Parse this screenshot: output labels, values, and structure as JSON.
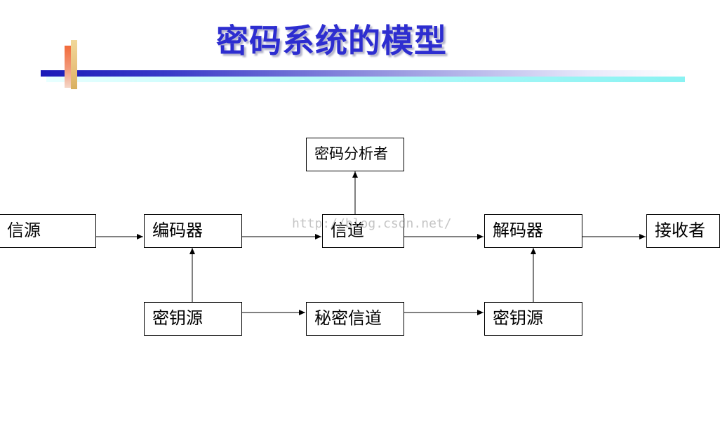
{
  "title": "密码系统的模型",
  "watermark": "http://blog.csdn.net/",
  "nodes": {
    "info_source": "信源",
    "encoder": "编码器",
    "channel": "信道",
    "decoder": "解码器",
    "receiver": "接收者",
    "cryptanalyst": "密码分析者",
    "key_source_left": "密钥源",
    "secret_channel": "秘密信道",
    "key_source_right": "密钥源"
  }
}
